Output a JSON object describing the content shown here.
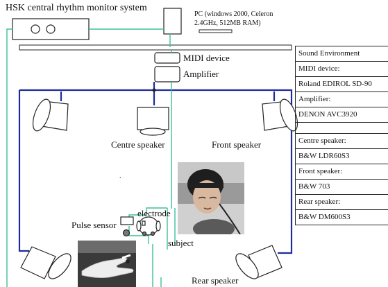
{
  "system": {
    "title": "HSK central rhythm monitor system",
    "pc_label_line1": "PC (windows 2000, Celeron",
    "pc_label_line2": "2.4GHz, 512MB RAM)"
  },
  "chain": {
    "midi_label": "MIDI device",
    "amp_label": "Amplifier"
  },
  "speakers": {
    "centre": "Centre speaker",
    "front": "Front speaker",
    "rear": "Rear speaker"
  },
  "subject_area": {
    "pulse_sensor": "Pulse sensor",
    "electrode": "electrode",
    "subject": "subject"
  },
  "sound_environment": {
    "header": "Sound Environment",
    "rows": [
      "MIDI device:",
      "Roland EDIROL SD-90",
      "Amplifier:",
      "DENON AVC3920",
      "",
      "Centre speaker:",
      "B&W LDR60S3",
      "Front speaker:",
      "B&W 703",
      "Rear speaker:",
      "B&W DM600S3"
    ]
  },
  "colors": {
    "speaker_wire": "#1f2a9c",
    "signal_wire": "#3cbf9a",
    "outline": "#222222"
  }
}
